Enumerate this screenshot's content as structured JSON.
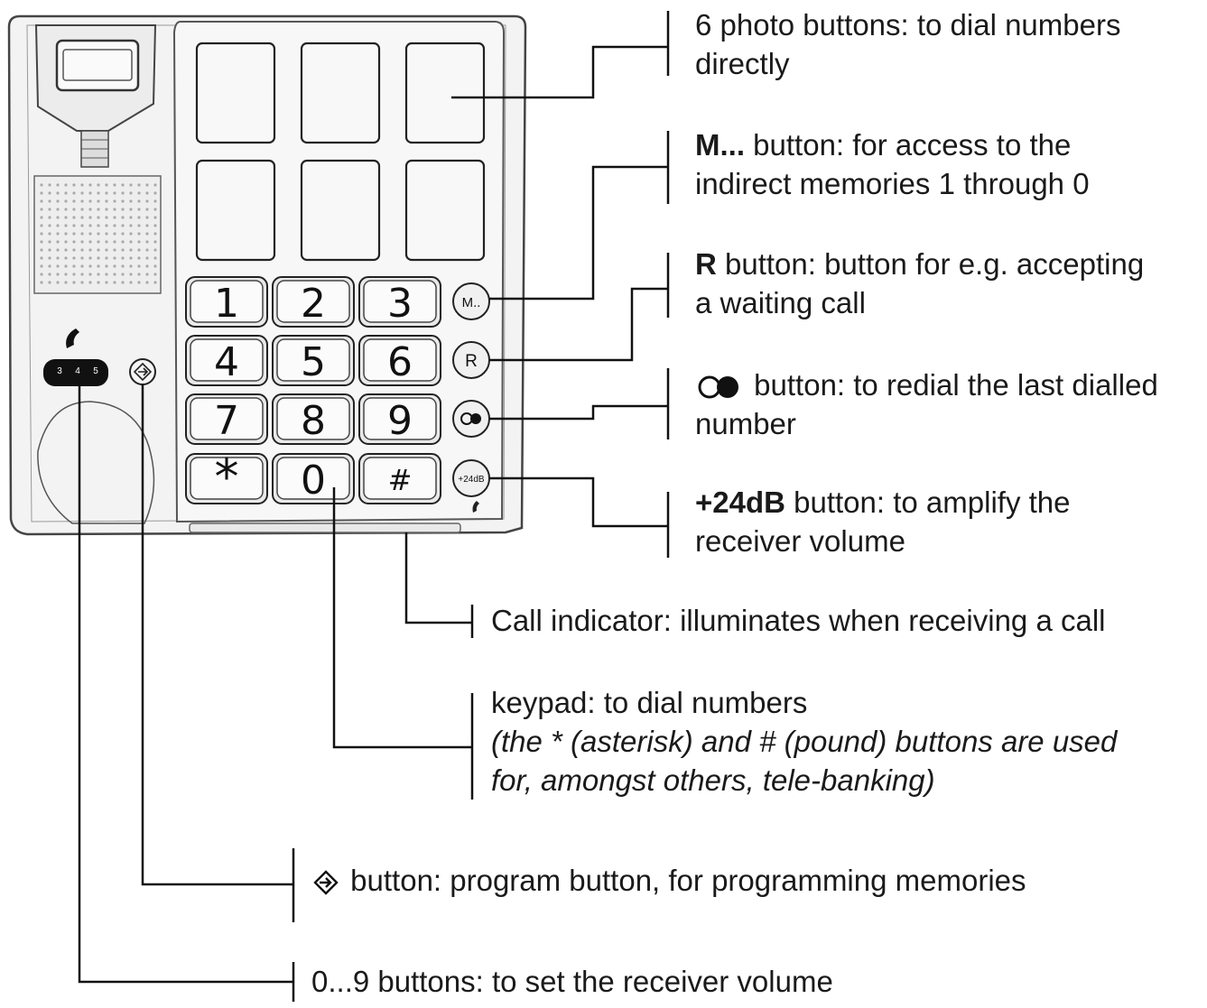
{
  "phone": {
    "keypad_keys": [
      "1",
      "2",
      "3",
      "4",
      "5",
      "6",
      "7",
      "8",
      "9",
      "*",
      "0",
      "#"
    ],
    "side_buttons": {
      "memory": "M..",
      "recall": "R",
      "amplify": "+24dB"
    },
    "volume_dial_digits": [
      "3",
      "4",
      "5"
    ]
  },
  "callouts": {
    "photo": {
      "line1": "6 photo buttons: to dial numbers",
      "line2": "directly"
    },
    "memory": {
      "strong": "M...",
      "line1_rest": " button: for access to the",
      "line2": "indirect memories 1 through 0"
    },
    "recall": {
      "strong": "R",
      "line1_rest": " button: button for e.g. accepting",
      "line2": "a waiting call"
    },
    "redial": {
      "line1_rest": " button: to redial the last dialled",
      "line2": "number"
    },
    "amplify": {
      "strong": "+24dB",
      "line1_rest": " button: to amplify the",
      "line2": "receiver volume"
    },
    "indicator": {
      "line1": "Call indicator: illuminates when receiving a call"
    },
    "keypad": {
      "line1": "keypad: to dial numbers",
      "line2": "(the * (asterisk) and # (pound) buttons are used",
      "line3": "for, amongst others, tele-banking)"
    },
    "program": {
      "line1_rest": " button: program button, for programming memories"
    },
    "volume": {
      "line1": "0...9 buttons: to set the receiver volume"
    }
  },
  "icons": {
    "redial": "redial-icon",
    "program": "program-icon",
    "handset": "handset-icon"
  }
}
